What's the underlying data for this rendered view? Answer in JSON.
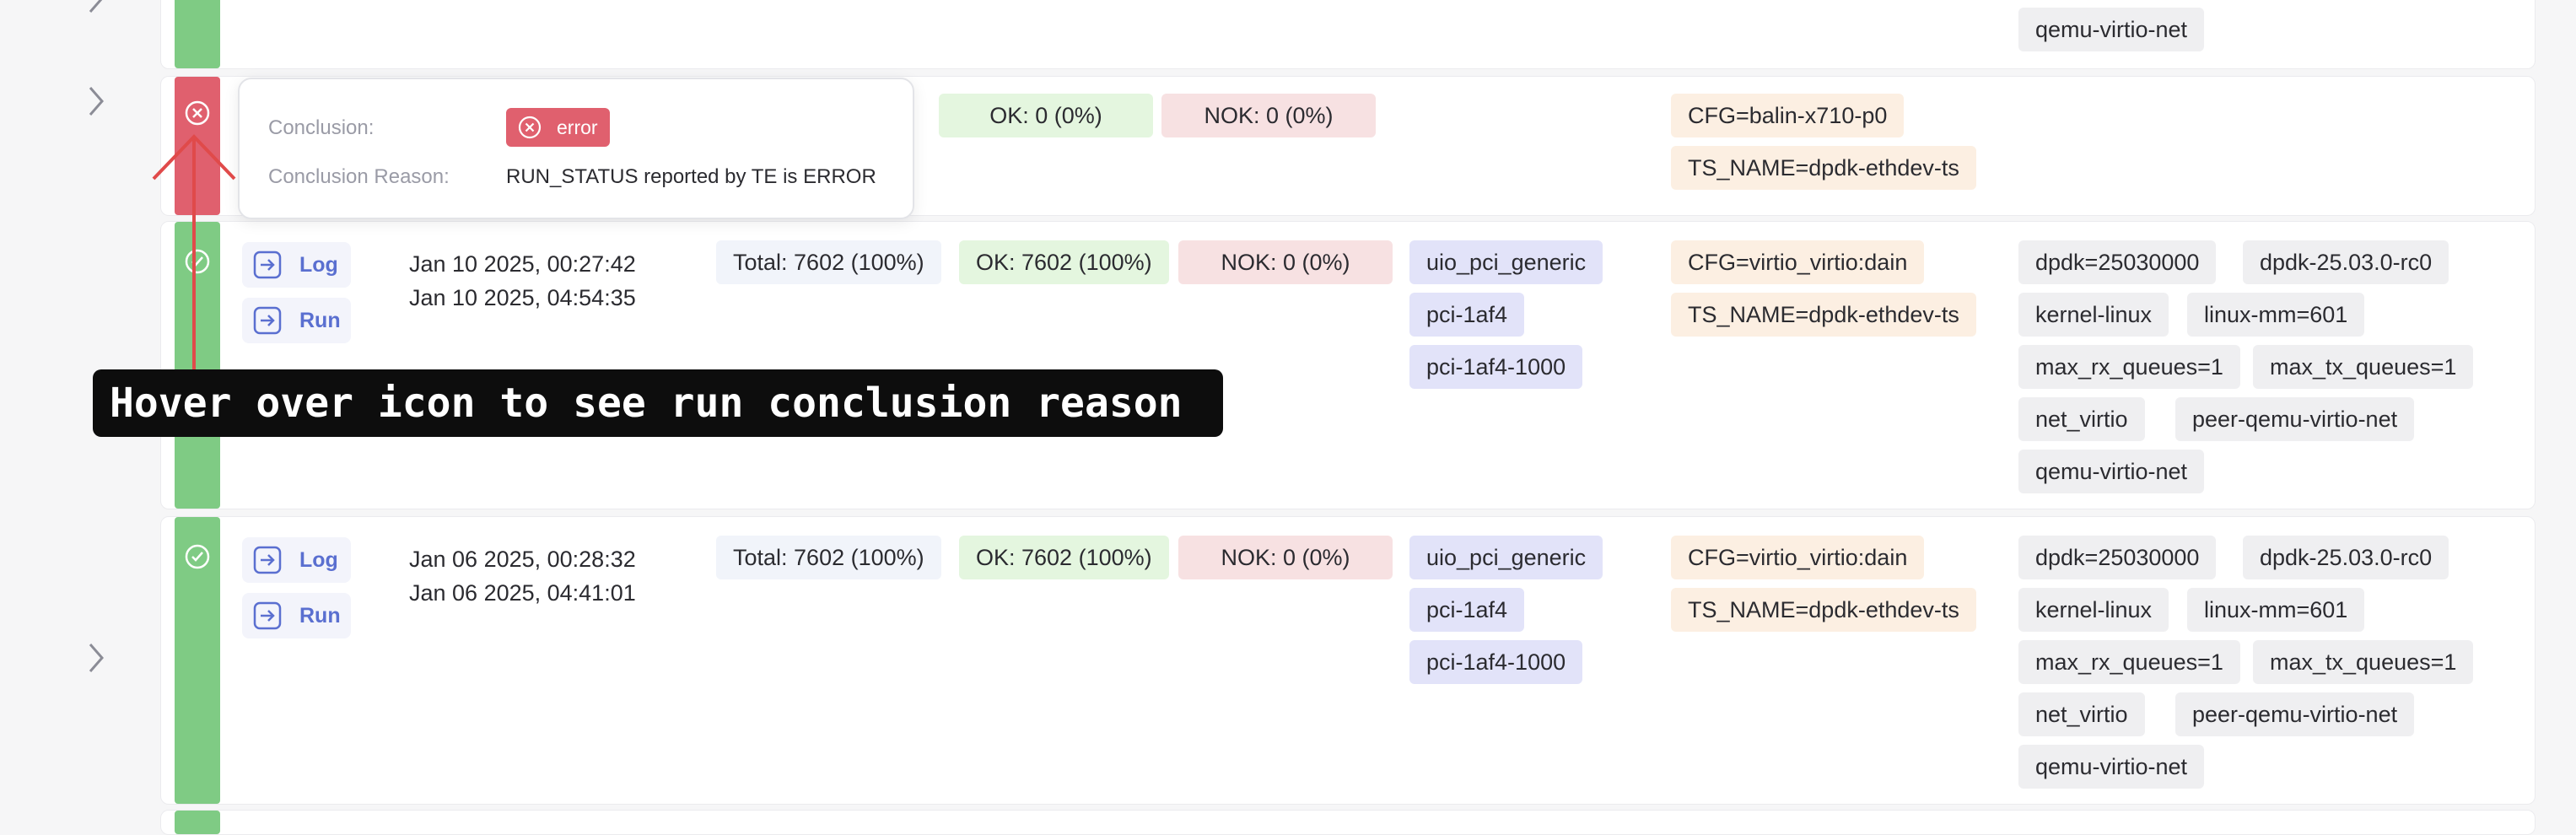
{
  "rows": [
    {
      "status": "ok",
      "meta": [
        "qemu-virtio-net"
      ]
    },
    {
      "status": "error",
      "ok": "OK: 0 (0%)",
      "nok": "NOK: 0 (0%)",
      "params": [
        "CFG=balin-x710-p0",
        "TS_NAME=dpdk-ethdev-ts"
      ]
    },
    {
      "status": "ok",
      "actions": [
        "Log",
        "Run"
      ],
      "start": "Jan 10 2025, 00:27:42",
      "end": "Jan 10 2025, 04:54:35",
      "total": "Total: 7602 (100%)",
      "ok": "OK: 7602 (100%)",
      "nok": "NOK: 0 (0%)",
      "drivers": [
        "uio_pci_generic",
        "pci-1af4",
        "pci-1af4-1000"
      ],
      "params": [
        "CFG=virtio_virtio:dain",
        "TS_NAME=dpdk-ethdev-ts"
      ],
      "meta": [
        "dpdk=25030000",
        "dpdk-25.03.0-rc0",
        "kernel-linux",
        "linux-mm=601",
        "max_rx_queues=1",
        "max_tx_queues=1",
        "net_virtio",
        "peer-qemu-virtio-net",
        "qemu-virtio-net"
      ]
    },
    {
      "status": "ok",
      "actions": [
        "Log",
        "Run"
      ],
      "start": "Jan 06 2025, 00:28:32",
      "end": "Jan 06 2025, 04:41:01",
      "total": "Total: 7602 (100%)",
      "ok": "OK: 7602 (100%)",
      "nok": "NOK: 0 (0%)",
      "drivers": [
        "uio_pci_generic",
        "pci-1af4",
        "pci-1af4-1000"
      ],
      "params": [
        "CFG=virtio_virtio:dain",
        "TS_NAME=dpdk-ethdev-ts"
      ],
      "meta": [
        "dpdk=25030000",
        "dpdk-25.03.0-rc0",
        "kernel-linux",
        "linux-mm=601",
        "max_rx_queues=1",
        "max_tx_queues=1",
        "net_virtio",
        "peer-qemu-virtio-net",
        "qemu-virtio-net"
      ]
    }
  ],
  "tooltip": {
    "conclusion_label": "Conclusion:",
    "conclusion_value": "error",
    "reason_label": "Conclusion Reason:",
    "reason_value": "RUN_STATUS reported by TE is ERROR"
  },
  "annotation": {
    "caption": "Hover over icon to see run conclusion reason"
  },
  "colors": {
    "ok": "#7fcb84",
    "error": "#e0606e",
    "accent": "#5a6fd0",
    "annotation_arrow": "#e04a4a"
  },
  "icons": [
    "chevron-right-icon",
    "check-circle-icon",
    "x-circle-icon",
    "log-icon",
    "run-icon"
  ]
}
